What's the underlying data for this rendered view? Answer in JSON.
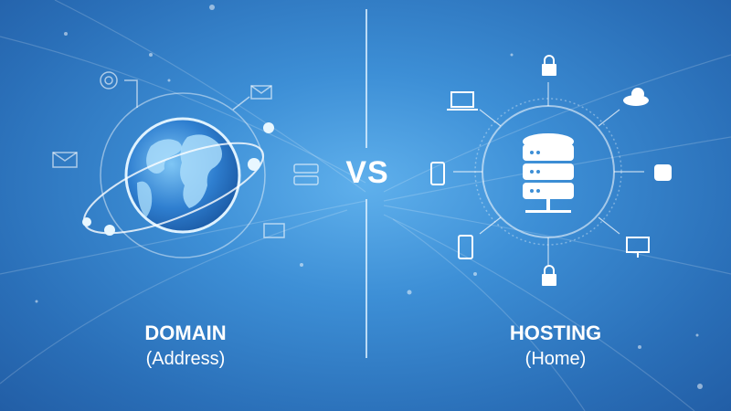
{
  "left": {
    "title": "DOMAIN",
    "subtitle": "(Address)",
    "center_icon": "globe-icon",
    "satellite_icons": [
      "target-icon",
      "mail-icon",
      "mail-icon",
      "server-icon",
      "monitor-icon"
    ]
  },
  "center": {
    "separator_text": "VS"
  },
  "right": {
    "title": "HOSTING",
    "subtitle": "(Home)",
    "center_icon": "database-server-icon",
    "satellite_icons": [
      "lock-icon",
      "cloud-icon",
      "database-icon",
      "monitor-icon",
      "lock-icon",
      "tablet-icon",
      "smartphone-icon",
      "laptop-icon"
    ]
  },
  "colors": {
    "background_center": "#5fb0ec",
    "background_edge": "#225ea6",
    "text": "#ffffff"
  }
}
